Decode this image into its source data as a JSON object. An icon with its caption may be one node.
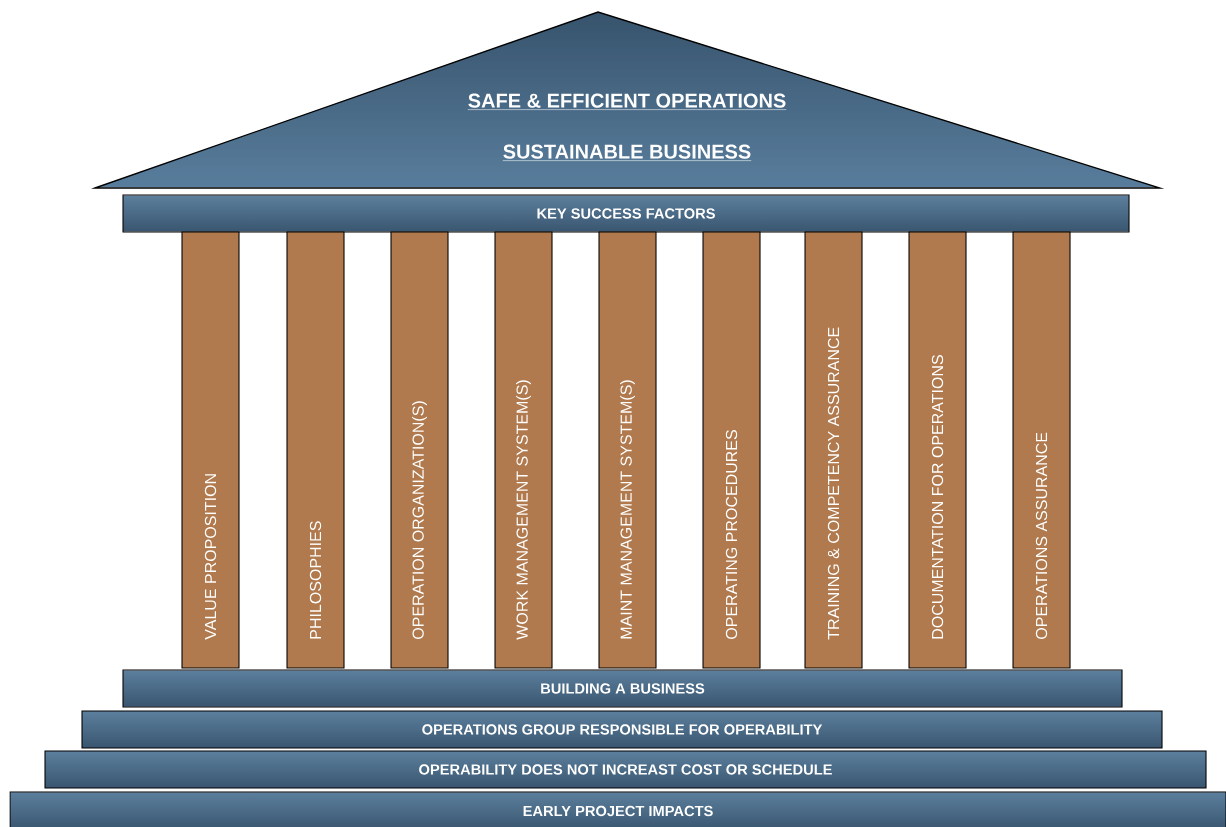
{
  "diagram": {
    "nodes": [
      {
        "text": [
          "SAFE & EFFICIENT OPERATIONS",
          "SUSTAINABLE BUSINESS"
        ]
      },
      {
        "text": [
          "KEY SUCCESS FACTORS"
        ]
      },
      {
        "text": [
          "VALUE PROPOSITION"
        ]
      },
      {
        "text": [
          "PHILOSOPHIES"
        ]
      },
      {
        "text": [
          "OPERATION ORGANIZATION(S)"
        ]
      },
      {
        "text": [
          "WORK MANAGEMENT SYSTEM(S)"
        ]
      },
      {
        "text": [
          "MAINT MANAGEMENT SYSTEM(S)"
        ]
      },
      {
        "text": [
          "OPERATING PROCEDURES"
        ]
      },
      {
        "text": [
          "TRAINING & COMPETENCY ASSURANCE"
        ]
      },
      {
        "text": [
          "DOCUMENTATION FOR OPERATIONS"
        ]
      },
      {
        "text": [
          "OPERATIONS ASSURANCE"
        ]
      },
      {
        "text": [
          "BUILDING A BUSINESS"
        ]
      },
      {
        "text": [
          "OPERATIONS GROUP RESPONSIBLE FOR OPERABILITY"
        ]
      },
      {
        "text": [
          "OPERABILITY DOES NOT INCREAST COST OR SCHEDULE"
        ]
      },
      {
        "text": [
          "EARLY PROJECT IMPACTS"
        ]
      }
    ]
  }
}
